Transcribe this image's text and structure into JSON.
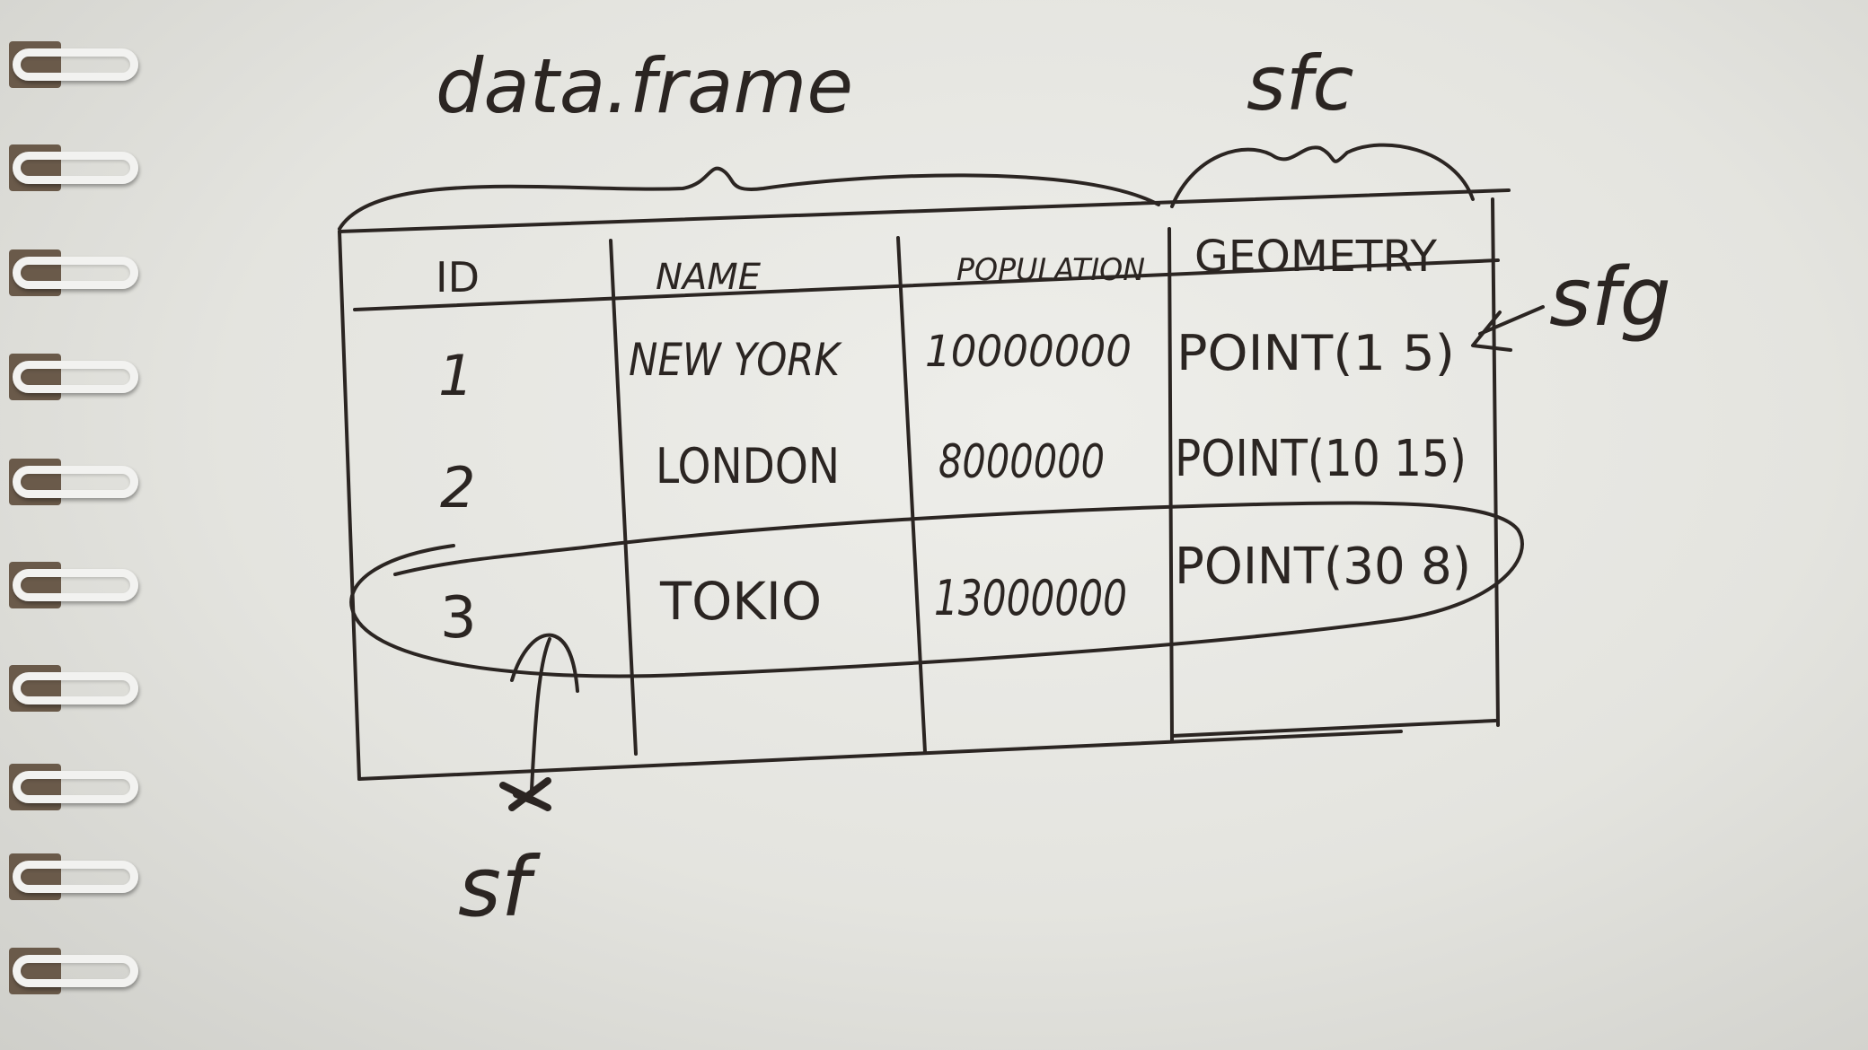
{
  "labels": {
    "data_frame": "data.frame",
    "sfc": "sfc",
    "sfg": "sfg",
    "sf": "sf"
  },
  "table": {
    "headers": [
      "ID",
      "NAME",
      "POPULATION",
      "GEOMETRY"
    ],
    "rows": [
      [
        "1",
        "NEW YORK",
        "10000000",
        "POINT(1 5)"
      ],
      [
        "2",
        "LONDON",
        "8000000",
        "POINT(10 15)"
      ],
      [
        "3",
        "TOKIO",
        "13000000",
        "POINT(30 8)"
      ]
    ]
  },
  "colors": {
    "ink": "#2b2522",
    "paper": "#e8e8e4"
  }
}
